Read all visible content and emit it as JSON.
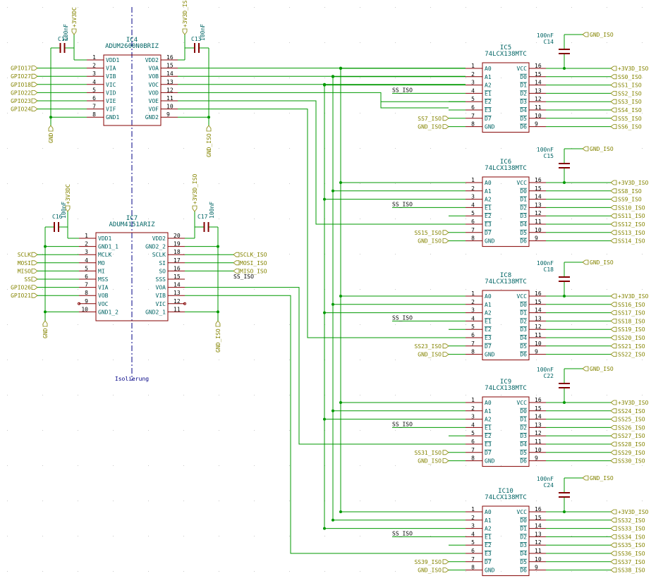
{
  "colors": {
    "wire": "#009900",
    "body": "#840000",
    "text": "#006464",
    "net": "#848400",
    "black": "#000000",
    "dash": "#000084",
    "grid": "#c8c8c8"
  },
  "isolation_label": "Isolierung",
  "ic4": {
    "ref": "IC4",
    "value": "ADUM2600N0BRIZ",
    "left": [
      [
        "1",
        "VDD1"
      ],
      [
        "2",
        "VIA"
      ],
      [
        "3",
        "VIB"
      ],
      [
        "4",
        "VIC"
      ],
      [
        "5",
        "VID"
      ],
      [
        "6",
        "VIE"
      ],
      [
        "7",
        "VIF"
      ],
      [
        "8",
        "GND1"
      ]
    ],
    "right": [
      [
        "16",
        "VDD2"
      ],
      [
        "15",
        "VOA"
      ],
      [
        "14",
        "VOB"
      ],
      [
        "13",
        "VOC"
      ],
      [
        "12",
        "VOD"
      ],
      [
        "11",
        "VOE"
      ],
      [
        "10",
        "VOF"
      ],
      [
        "9",
        "GND2"
      ]
    ],
    "inputs": [
      "GPIO17",
      "GPIO27",
      "GPIO18",
      "GPIO22",
      "GPIO23",
      "GPIO24"
    ],
    "gnd_left": "GND",
    "gnd_right": "GND_ISO",
    "pwr_left": "+3V3DC",
    "pwr_right": "+3V3D_ISO"
  },
  "ic7": {
    "ref": "IC7",
    "value": "ADUM4151ARIZ",
    "left": [
      [
        "1",
        "VDD1"
      ],
      [
        "2",
        "GND1_1"
      ],
      [
        "3",
        "MCLK"
      ],
      [
        "4",
        "MO"
      ],
      [
        "5",
        "MI"
      ],
      [
        "6",
        "MSS"
      ],
      [
        "7",
        "VIA"
      ],
      [
        "8",
        "VOB"
      ],
      [
        "9",
        "VOC"
      ],
      [
        "10",
        "GND1_2"
      ]
    ],
    "right": [
      [
        "20",
        "VDD2"
      ],
      [
        "19",
        "GND2_2"
      ],
      [
        "18",
        "SCLK"
      ],
      [
        "17",
        "SI"
      ],
      [
        "16",
        "SO"
      ],
      [
        "15",
        "SSS"
      ],
      [
        "14",
        "VOA"
      ],
      [
        "13",
        "VIB"
      ],
      [
        "12",
        "VIC"
      ],
      [
        "11",
        "GND2_1"
      ]
    ],
    "inputs": [
      "SCLK",
      "MOSI",
      "MISO",
      "SS",
      "GPIO26",
      "GPIO21"
    ],
    "outputs": [
      "SCLK_ISO",
      "MOSI_ISO",
      "MISO_ISO"
    ],
    "ss_iso": "SS_ISO",
    "gnd_left": "GND",
    "gnd_right": "GND_ISO",
    "pwr_left": "+3V3DC",
    "pwr_right": "+3V3D_ISO"
  },
  "caps": [
    {
      "ref": "C12",
      "value": "100nF"
    },
    {
      "ref": "C13",
      "value": "100nF"
    },
    {
      "ref": "C16",
      "value": "100nF"
    },
    {
      "ref": "C17",
      "value": "100nF"
    },
    {
      "ref": "C14",
      "value": "100nF"
    },
    {
      "ref": "C15",
      "value": "100nF"
    },
    {
      "ref": "C18",
      "value": "100nF"
    },
    {
      "ref": "C22",
      "value": "100nF"
    },
    {
      "ref": "C24",
      "value": "100nF"
    }
  ],
  "decoder_value": "74LCX138MTC",
  "decoder_left": [
    [
      "1",
      "A0"
    ],
    [
      "2",
      "A1"
    ],
    [
      "3",
      "A2"
    ],
    [
      "4",
      "E1"
    ],
    [
      "5",
      "E2"
    ],
    [
      "6",
      "E3"
    ],
    [
      "7",
      "D7"
    ],
    [
      "8",
      "GND"
    ]
  ],
  "decoder_right": [
    [
      "16",
      "VCC"
    ],
    [
      "15",
      "D0"
    ],
    [
      "14",
      "D1"
    ],
    [
      "13",
      "D2"
    ],
    [
      "12",
      "D3"
    ],
    [
      "11",
      "D4"
    ],
    [
      "10",
      "D5"
    ],
    [
      "9",
      "D6"
    ]
  ],
  "decoder_gnd_label": "GND_ISO",
  "decoder_vcc_label": "+3V3D_ISO",
  "decoders": [
    {
      "ref": "IC5",
      "cap": "C14",
      "ss_in": "SS_ISO",
      "d7": "SS7_ISO",
      "gnd": "GND_ISO",
      "outputs": [
        "SS0_ISO",
        "SS1_ISO",
        "SS2_ISO",
        "SS3_ISO",
        "SS4_ISO",
        "SS5_ISO",
        "SS6_ISO"
      ]
    },
    {
      "ref": "IC6",
      "cap": "C15",
      "ss_in": "SS_ISO",
      "d7": "SS15_ISO",
      "gnd": "GND_ISO",
      "outputs": [
        "SS8_ISO",
        "SS9_ISO",
        "SS10_ISO",
        "SS11_ISO",
        "SS12_ISO",
        "SS13_ISO",
        "SS14_ISO"
      ]
    },
    {
      "ref": "IC8",
      "cap": "C18",
      "ss_in": "SS_ISO",
      "d7": "SS23_ISO",
      "gnd": "GND_ISO",
      "outputs": [
        "SS16_ISO",
        "SS17_ISO",
        "SS18_ISO",
        "SS19_ISO",
        "SS20_ISO",
        "SS21_ISO",
        "SS22_ISO"
      ]
    },
    {
      "ref": "IC9",
      "cap": "C22",
      "ss_in": "SS_ISO",
      "d7": "SS31_ISO",
      "gnd": "GND_ISO",
      "outputs": [
        "SS24_ISO",
        "SS25_ISO",
        "SS26_ISO",
        "SS27_ISO",
        "SS28_ISO",
        "SS29_ISO",
        "SS30_ISO"
      ]
    },
    {
      "ref": "IC10",
      "cap": "C24",
      "ss_in": "SS_ISO",
      "d7": "SS39_ISO",
      "gnd": "GND_ISO",
      "outputs": [
        "SS32_ISO",
        "SS33_ISO",
        "SS34_ISO",
        "SS35_ISO",
        "SS36_ISO",
        "SS37_ISO",
        "SS38_ISO"
      ]
    }
  ]
}
